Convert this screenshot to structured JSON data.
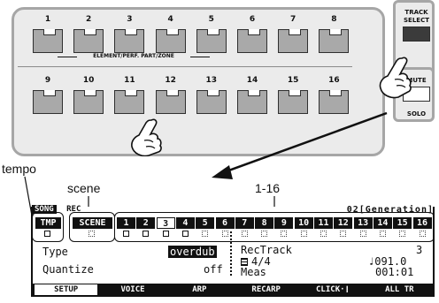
{
  "panel": {
    "top_buttons": [
      "1",
      "2",
      "3",
      "4",
      "5",
      "6",
      "7",
      "8"
    ],
    "bottom_buttons": [
      "9",
      "10",
      "11",
      "12",
      "13",
      "14",
      "15",
      "16"
    ],
    "zone_label": "ELEMENT/PERF. PART/ZONE",
    "track_select_label": "TRACK SELECT",
    "mute_label": "MUTE",
    "solo_label": "SOLO"
  },
  "callouts": {
    "tempo": "tempo",
    "scene": "scene",
    "range": "1-16"
  },
  "lcd": {
    "mode_label": "SONG",
    "rec_label": "REC",
    "song_name": "02[Generation]",
    "tmp_label": "TMP",
    "scene_label": "SCENE",
    "tracks": [
      "1",
      "2",
      "3",
      "4",
      "5",
      "6",
      "7",
      "8",
      "9",
      "10",
      "11",
      "12",
      "13",
      "14",
      "15",
      "16"
    ],
    "type_label": "Type",
    "type_value": "overdub",
    "quantize_label": "Quantize",
    "quantize_value": "off",
    "rectrack_label": "RecTrack",
    "rectrack_value": "3",
    "time_signature": "4/4",
    "tempo_value": "♩091.0",
    "meas_label": "Meas",
    "meas_value": "001:01",
    "tabs": [
      "SETUP",
      "VOICE",
      "ARP",
      "RECARP",
      "CLICK·❙",
      "ALL TR"
    ]
  }
}
